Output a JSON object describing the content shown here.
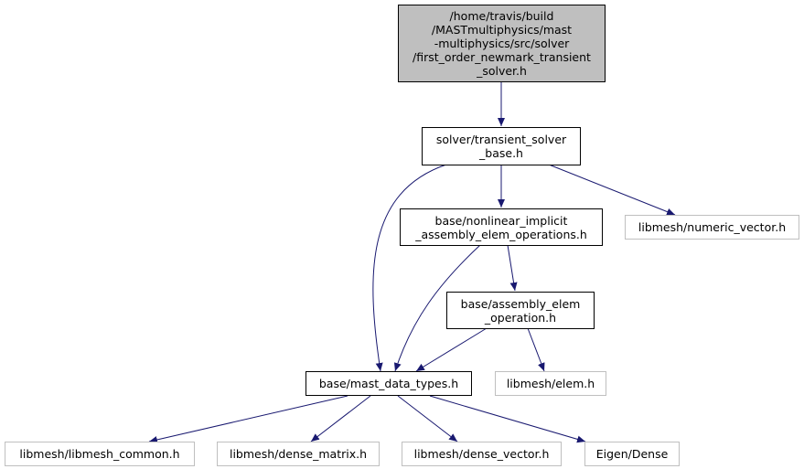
{
  "nodes": [
    {
      "id": "n0",
      "label": "/home/travis/build\n/MASTmultiphysics/mast\n-multiphysics/src/solver\n/first_order_newmark_transient\n_solver.h",
      "kind": "root"
    },
    {
      "id": "n1",
      "label": "solver/transient_solver\n_base.h",
      "kind": "local"
    },
    {
      "id": "n2",
      "label": "base/nonlinear_implicit\n_assembly_elem_operations.h",
      "kind": "local"
    },
    {
      "id": "n3",
      "label": "libmesh/numeric_vector.h",
      "kind": "external"
    },
    {
      "id": "n4",
      "label": "base/assembly_elem\n_operation.h",
      "kind": "local"
    },
    {
      "id": "n5",
      "label": "base/mast_data_types.h",
      "kind": "local"
    },
    {
      "id": "n6",
      "label": "libmesh/elem.h",
      "kind": "external"
    },
    {
      "id": "n7",
      "label": "libmesh/libmesh_common.h",
      "kind": "external"
    },
    {
      "id": "n8",
      "label": "libmesh/dense_matrix.h",
      "kind": "external"
    },
    {
      "id": "n9",
      "label": "libmesh/dense_vector.h",
      "kind": "external"
    },
    {
      "id": "n10",
      "label": "Eigen/Dense",
      "kind": "external"
    }
  ],
  "edges": [
    {
      "from": "n0",
      "to": "n1"
    },
    {
      "from": "n1",
      "to": "n2"
    },
    {
      "from": "n1",
      "to": "n3"
    },
    {
      "from": "n1",
      "to": "n5"
    },
    {
      "from": "n2",
      "to": "n4"
    },
    {
      "from": "n2",
      "to": "n5"
    },
    {
      "from": "n4",
      "to": "n5"
    },
    {
      "from": "n4",
      "to": "n6"
    },
    {
      "from": "n5",
      "to": "n7"
    },
    {
      "from": "n5",
      "to": "n8"
    },
    {
      "from": "n5",
      "to": "n9"
    },
    {
      "from": "n5",
      "to": "n10"
    }
  ],
  "colors": {
    "edge": "#191970",
    "root_fill": "#bfbfbf",
    "local_border": "#000000",
    "external_border": "#bfbfbf"
  }
}
